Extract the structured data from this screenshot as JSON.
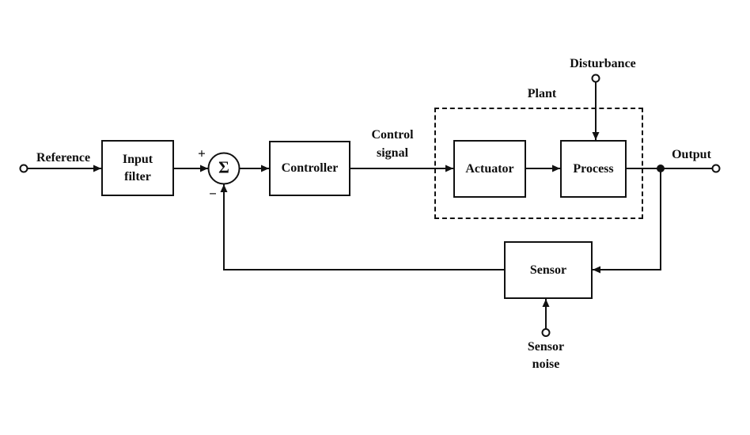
{
  "colors": {
    "ink": "#111111",
    "background": "#ffffff"
  },
  "labels": {
    "reference": "Reference",
    "plus": "+",
    "minus": "−",
    "sigma": "Σ",
    "control_signal": [
      "Control",
      "signal"
    ],
    "plant": "Plant",
    "disturbance": "Disturbance",
    "output": "Output",
    "sensor_noise": [
      "Sensor",
      "noise"
    ]
  },
  "blocks": {
    "input_filter": [
      "Input",
      "filter"
    ],
    "controller": "Controller",
    "actuator": "Actuator",
    "process": "Process",
    "sensor": "Sensor"
  }
}
